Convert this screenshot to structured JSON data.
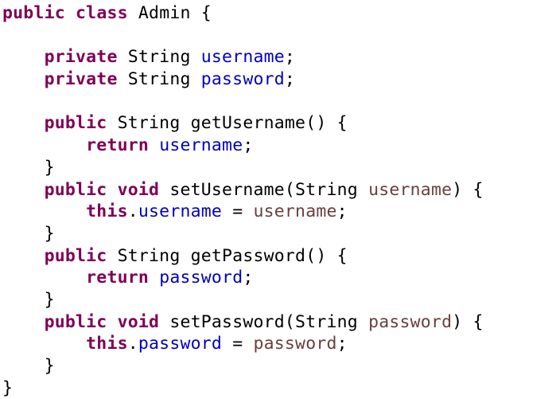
{
  "editor": {
    "language": "java",
    "colors": {
      "keyword": "#7F0055",
      "field": "#0000C0",
      "parameter": "#6A3E3E",
      "default": "#000000",
      "background": "#FFFFFF"
    },
    "lines": [
      [
        {
          "t": "kw",
          "v": "public"
        },
        {
          "t": "plain",
          "v": " "
        },
        {
          "t": "kw",
          "v": "class"
        },
        {
          "t": "plain",
          "v": " Admin {"
        }
      ],
      [],
      [
        {
          "t": "plain",
          "v": "    "
        },
        {
          "t": "kw",
          "v": "private"
        },
        {
          "t": "plain",
          "v": " String "
        },
        {
          "t": "field",
          "v": "username"
        },
        {
          "t": "plain",
          "v": ";"
        }
      ],
      [
        {
          "t": "plain",
          "v": "    "
        },
        {
          "t": "kw",
          "v": "private"
        },
        {
          "t": "plain",
          "v": " String "
        },
        {
          "t": "field",
          "v": "password"
        },
        {
          "t": "plain",
          "v": ";"
        }
      ],
      [],
      [
        {
          "t": "plain",
          "v": "    "
        },
        {
          "t": "kw",
          "v": "public"
        },
        {
          "t": "plain",
          "v": " String getUsername() {"
        }
      ],
      [
        {
          "t": "plain",
          "v": "        "
        },
        {
          "t": "kw",
          "v": "return"
        },
        {
          "t": "plain",
          "v": " "
        },
        {
          "t": "field",
          "v": "username"
        },
        {
          "t": "plain",
          "v": ";"
        }
      ],
      [
        {
          "t": "plain",
          "v": "    }"
        }
      ],
      [
        {
          "t": "plain",
          "v": "    "
        },
        {
          "t": "kw",
          "v": "public"
        },
        {
          "t": "plain",
          "v": " "
        },
        {
          "t": "kw",
          "v": "void"
        },
        {
          "t": "plain",
          "v": " setUsername(String "
        },
        {
          "t": "param",
          "v": "username"
        },
        {
          "t": "plain",
          "v": ") {"
        }
      ],
      [
        {
          "t": "plain",
          "v": "        "
        },
        {
          "t": "kw",
          "v": "this"
        },
        {
          "t": "plain",
          "v": "."
        },
        {
          "t": "field",
          "v": "username"
        },
        {
          "t": "plain",
          "v": " = "
        },
        {
          "t": "param",
          "v": "username"
        },
        {
          "t": "plain",
          "v": ";"
        }
      ],
      [
        {
          "t": "plain",
          "v": "    }"
        }
      ],
      [
        {
          "t": "plain",
          "v": "    "
        },
        {
          "t": "kw",
          "v": "public"
        },
        {
          "t": "plain",
          "v": " String getPassword() {"
        }
      ],
      [
        {
          "t": "plain",
          "v": "        "
        },
        {
          "t": "kw",
          "v": "return"
        },
        {
          "t": "plain",
          "v": " "
        },
        {
          "t": "field",
          "v": "password"
        },
        {
          "t": "plain",
          "v": ";"
        }
      ],
      [
        {
          "t": "plain",
          "v": "    }"
        }
      ],
      [
        {
          "t": "plain",
          "v": "    "
        },
        {
          "t": "kw",
          "v": "public"
        },
        {
          "t": "plain",
          "v": " "
        },
        {
          "t": "kw",
          "v": "void"
        },
        {
          "t": "plain",
          "v": " setPassword(String "
        },
        {
          "t": "param",
          "v": "password"
        },
        {
          "t": "plain",
          "v": ") {"
        }
      ],
      [
        {
          "t": "plain",
          "v": "        "
        },
        {
          "t": "kw",
          "v": "this"
        },
        {
          "t": "plain",
          "v": "."
        },
        {
          "t": "field",
          "v": "password"
        },
        {
          "t": "plain",
          "v": " = "
        },
        {
          "t": "param",
          "v": "password"
        },
        {
          "t": "plain",
          "v": ";"
        }
      ],
      [
        {
          "t": "plain",
          "v": "    }"
        }
      ],
      [
        {
          "t": "plain",
          "v": "}"
        }
      ]
    ]
  }
}
